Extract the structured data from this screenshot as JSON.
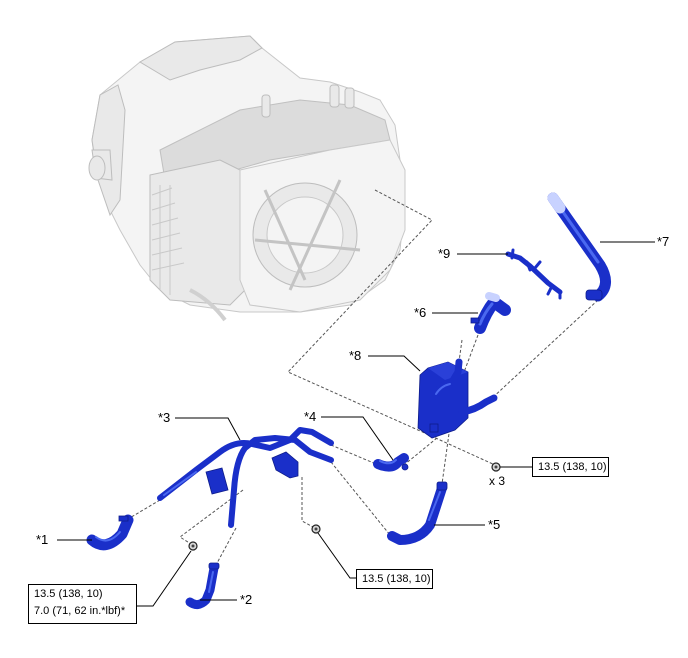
{
  "diagram": {
    "title": "Transmission oil cooler and oil cooler hoses exploded view",
    "colors": {
      "part_fill": "#1a2fc9",
      "part_highlight": "#4a68f0",
      "transaxle_fill": "#e9e9e9",
      "leader_line": "#000000",
      "dashed_line": "#555555"
    },
    "parts": [
      {
        "id": "1",
        "label": "*1"
      },
      {
        "id": "2",
        "label": "*2"
      },
      {
        "id": "3",
        "label": "*3"
      },
      {
        "id": "4",
        "label": "*4"
      },
      {
        "id": "5",
        "label": "*5"
      },
      {
        "id": "6",
        "label": "*6"
      },
      {
        "id": "7",
        "label": "*7"
      },
      {
        "id": "8",
        "label": "*8"
      },
      {
        "id": "9",
        "label": "*9"
      }
    ],
    "torque_specs": [
      {
        "id": "cooler-bolts",
        "line1": "13.5 (138, 10)",
        "quantity": "x 3"
      },
      {
        "id": "bracket-bolt-center",
        "line1": "13.5 (138, 10)"
      },
      {
        "id": "bracket-bolt-left",
        "line1": "13.5 (138, 10)",
        "line2": "7.0 (71, 62 in.*lbf)*"
      }
    ]
  }
}
